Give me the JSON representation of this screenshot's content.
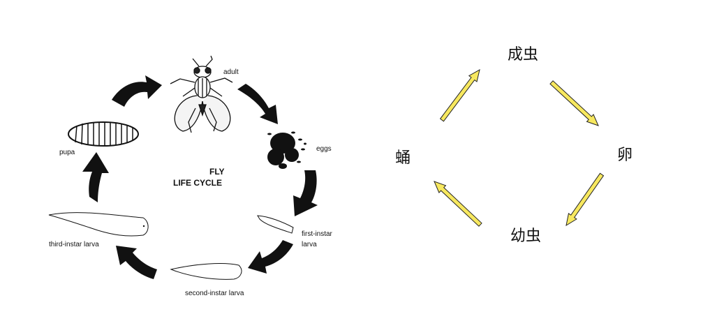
{
  "left_diagram": {
    "title_line1": "FLY",
    "title_line2": "LIFE CYCLE",
    "stages": {
      "adult": "adult",
      "eggs": "eggs",
      "first_instar_line1": "first-instar",
      "first_instar_line2": "larva",
      "second_instar": "second-instar larva",
      "third_instar": "third-instar larva",
      "pupa": "pupa"
    }
  },
  "right_diagram": {
    "stages": {
      "adult": "成虫",
      "egg": "卵",
      "larva": "幼虫",
      "pupa": "蛹"
    },
    "arrow_color": "#f7e85f"
  }
}
